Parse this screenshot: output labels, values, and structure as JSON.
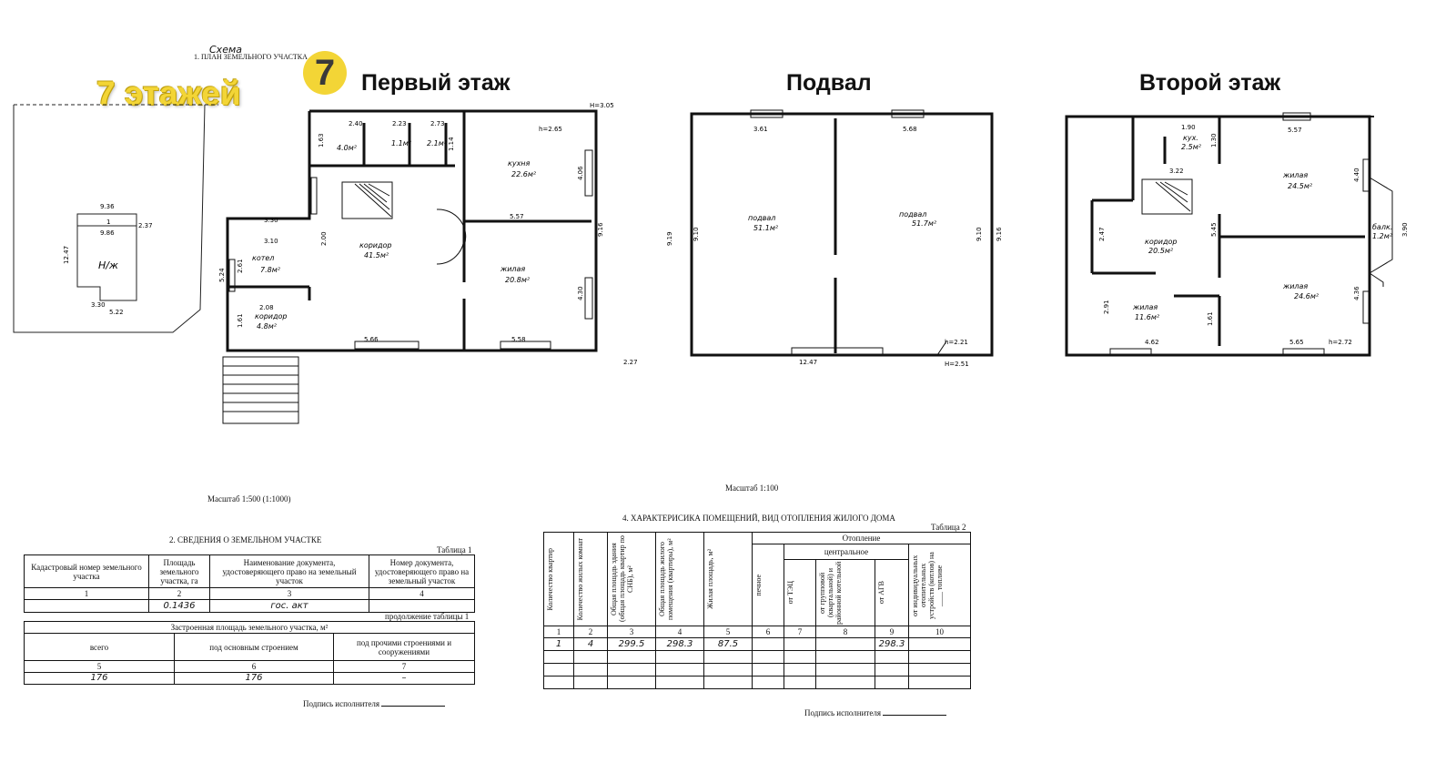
{
  "headings": {
    "scheme_handwritten": "Схема",
    "land_plan": "1. ПЛАН ЗЕМЕЛЬНОГО УЧАСТКА",
    "first_floor": "Первый этаж",
    "basement": "Подвал",
    "second_floor": "Второй этаж"
  },
  "logo": {
    "text": "7 этажей",
    "badge": "7",
    "color": "#f3d536"
  },
  "site_plan": {
    "dims": [
      "9.36",
      "1",
      "9.86",
      "2.37",
      "12.47",
      "3.30",
      "5.22"
    ],
    "label": "Н/ж"
  },
  "first_floor": {
    "rooms": [
      {
        "name": "4.0м²"
      },
      {
        "name": "1.1м²"
      },
      {
        "name": "2.1м²"
      },
      {
        "name": "кухня",
        "area": "22.6м²"
      },
      {
        "name": "жилая",
        "area": "20.8м²"
      },
      {
        "name": "коридор",
        "area": "41.5м²"
      },
      {
        "name": "котел",
        "area": "7.8м²"
      },
      {
        "name": "коридор",
        "area": "4.8м²"
      }
    ],
    "dims": [
      "2.40",
      "2.23",
      "2.73",
      "h=2.65",
      "H=3.05",
      "1.63",
      "1.14",
      "3.30",
      "3.10",
      "5.57",
      "4.06",
      "9.16",
      "4.30",
      "5.66",
      "5.58",
      "2.27",
      "2.00",
      "5.24",
      "2.61",
      "2.08",
      "1.61",
      "9.19"
    ]
  },
  "basement": {
    "rooms": [
      {
        "name": "подвал",
        "area": "51.1м²"
      },
      {
        "name": "подвал",
        "area": "51.7м²"
      }
    ],
    "dims": [
      "3.61",
      "5.68",
      "9.10",
      "9.10",
      "9.16",
      "12.47",
      "h=2.21",
      "H=2.51"
    ]
  },
  "second_floor": {
    "rooms": [
      {
        "name": "кух.",
        "area": "2.5м²"
      },
      {
        "name": "жилая",
        "area": "24.5м²"
      },
      {
        "name": "коридор",
        "area": "20.5м²"
      },
      {
        "name": "балк.",
        "area": "1.2м²"
      },
      {
        "name": "жилая",
        "area": "11.6м²"
      },
      {
        "name": "жилая",
        "area": "24.6м²"
      }
    ],
    "dims": [
      "1.90",
      "5.57",
      "3.22",
      "4.40",
      "2.47",
      "5.45",
      "3.90",
      "2.91",
      "1.61",
      "4.36",
      "4.62",
      "5.65",
      "h=2.72",
      "1.30"
    ]
  },
  "scales": {
    "left": "Масштаб 1:500 (1:1000)",
    "right": "Масштаб 1:100"
  },
  "table1": {
    "section_title": "2. СВЕДЕНИЯ  О ЗЕМЕЛЬНОМ УЧАСТКЕ",
    "label": "Таблица 1",
    "headers": [
      "Кадастровый номер земельного участка",
      "Площадь земельного участка, га",
      "Наименование документа, удостоверяющего право на земельный участок",
      "Номер документа, удостоверяющего право на земельный участок"
    ],
    "numbers": [
      "1",
      "2",
      "3",
      "4"
    ],
    "values": [
      "",
      "0.1436",
      "гос. акт",
      ""
    ]
  },
  "table1_cont": {
    "label": "продолжение таблицы 1",
    "title": "Застроенная площадь земельного участка, м²",
    "headers": [
      "всего",
      "под основным строением",
      "под прочими строениями и сооружениями"
    ],
    "numbers": [
      "5",
      "6",
      "7"
    ],
    "values": [
      "176",
      "176",
      "–"
    ]
  },
  "signature_left": "Подпись исполнителя",
  "table2": {
    "section_title": "4. ХАРАКТЕРИСИКА ПОМЕЩЕНИЙ, ВИД ОТОПЛЕНИЯ ЖИЛОГО ДОМА",
    "label": "Таблица 2",
    "heating": "Отопление",
    "central": "центральное",
    "headers": [
      "Количество квартир",
      "Количество жилых комнат",
      "Общая площадь здания (общая площадь квартир по СНБ), м²",
      "Общая площадь жилого помещения (квартиры), м²",
      "Жилая площадь, м²",
      "печное",
      "от ТЭЦ",
      "от групповой (квартальной) и районной котельной",
      "от АГВ",
      "от индивидуальных отопительных устройств (котлов) на ____ топливе"
    ],
    "numbers": [
      "1",
      "2",
      "3",
      "4",
      "5",
      "6",
      "7",
      "8",
      "9",
      "10"
    ],
    "values": [
      "1",
      "4",
      "299.5",
      "298.3",
      "87.5",
      "",
      "",
      "",
      "298.3",
      ""
    ]
  },
  "signature_right": "Подпись исполнителя"
}
